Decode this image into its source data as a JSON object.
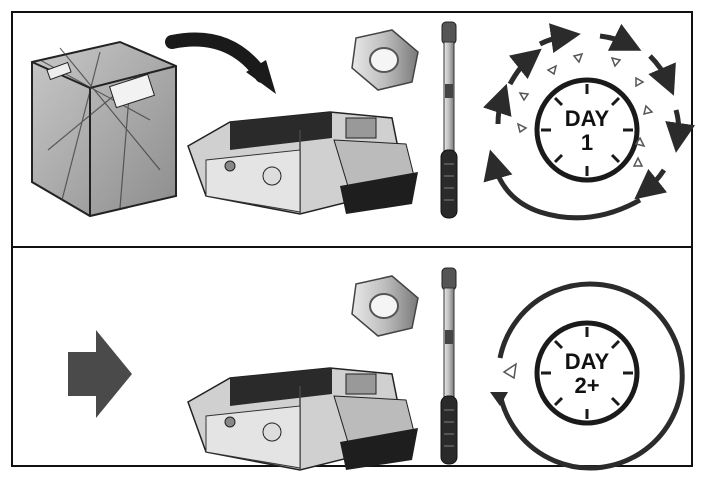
{
  "instructions": {
    "row_day1": {
      "day_label_line1": "DAY",
      "day_label_line2": "1"
    },
    "row_day2": {
      "day_label_line1": "DAY",
      "day_label_line2": "2+"
    }
  },
  "icons": [
    "package-icon",
    "curved-arrow-icon",
    "arrow-right-icon",
    "crusher-unit-icon",
    "hex-nut-icon",
    "torque-wrench-icon",
    "dial-icon"
  ],
  "colors": {
    "frame": "#111111",
    "arrow": "#333333",
    "gray": "#6a6a6a"
  }
}
